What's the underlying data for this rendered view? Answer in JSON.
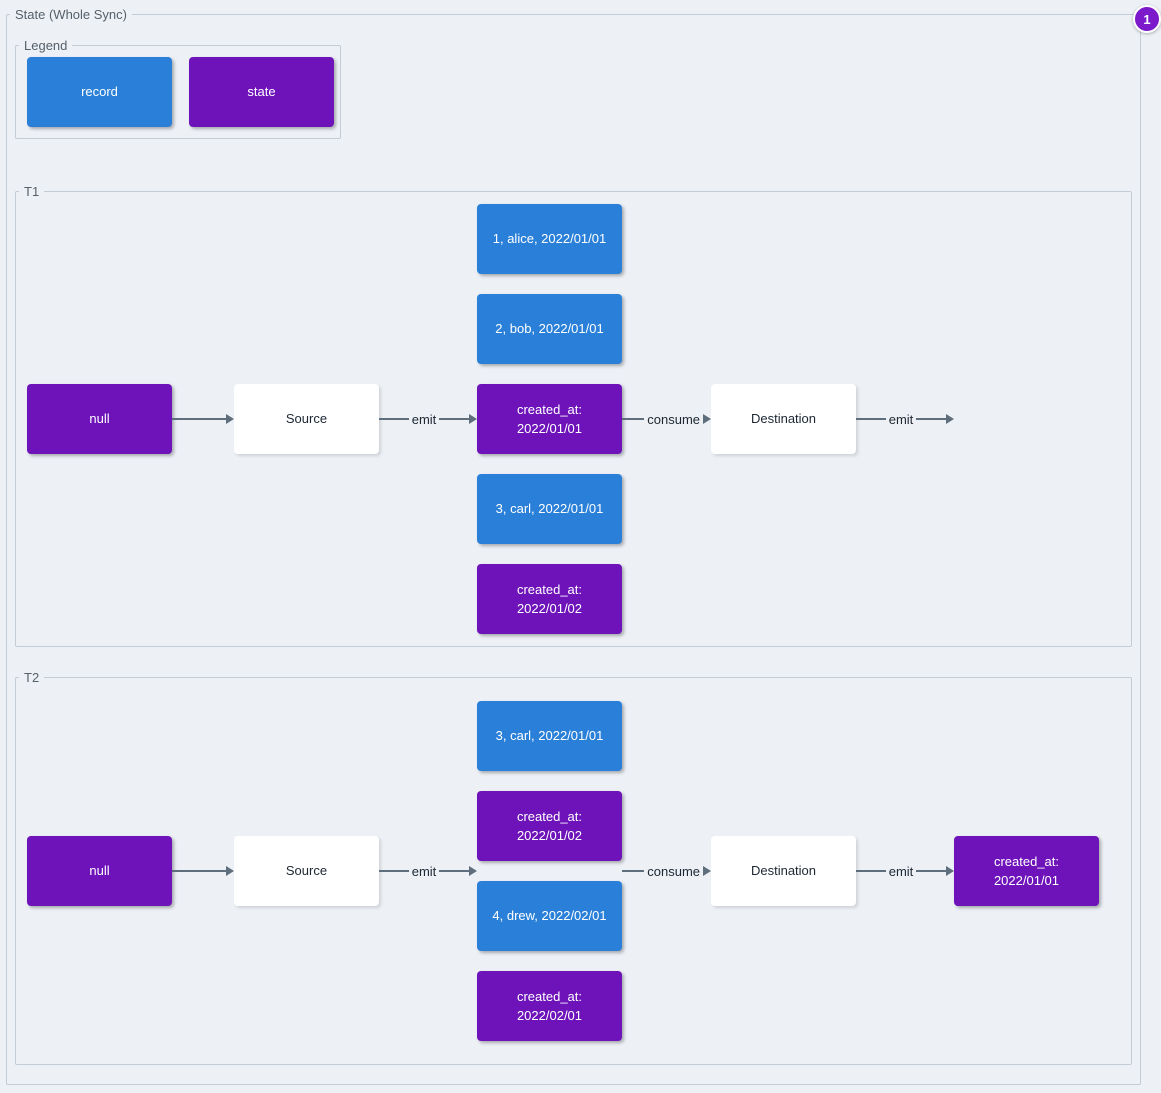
{
  "page": {
    "title": "State (Whole Sync)",
    "badge": "1"
  },
  "colors": {
    "record": "#2a80d8",
    "state": "#6e13b9",
    "badge": "#7c1acb",
    "background": "#edf1f6"
  },
  "legend": {
    "label": "Legend",
    "items": [
      {
        "label": "record",
        "type": "record"
      },
      {
        "label": "state",
        "type": "state"
      }
    ]
  },
  "timelines": [
    {
      "label": "T1",
      "input_state": "null",
      "source": "Source",
      "emit_label": "emit",
      "stream": [
        {
          "label": "1, alice, 2022/01/01",
          "type": "record"
        },
        {
          "label": "2, bob, 2022/01/01",
          "type": "record"
        },
        {
          "label": "created_at:\n2022/01/01",
          "type": "state"
        },
        {
          "label": "3, carl, 2022/01/01",
          "type": "record"
        },
        {
          "label": "created_at:\n2022/01/02",
          "type": "state"
        }
      ],
      "consume_label": "consume",
      "destination": "Destination",
      "emit_out_label": "emit",
      "output_state": null
    },
    {
      "label": "T2",
      "input_state": "null",
      "source": "Source",
      "emit_label": "emit",
      "stream": [
        {
          "label": "3, carl, 2022/01/01",
          "type": "record"
        },
        {
          "label": "created_at:\n2022/01/02",
          "type": "state"
        },
        {
          "label": "4, drew, 2022/02/01",
          "type": "record"
        },
        {
          "label": "created_at:\n2022/02/01",
          "type": "state"
        }
      ],
      "consume_label": "consume",
      "destination": "Destination",
      "emit_out_label": "emit",
      "output_state": {
        "label": "created_at:\n2022/01/01",
        "type": "state"
      }
    }
  ]
}
